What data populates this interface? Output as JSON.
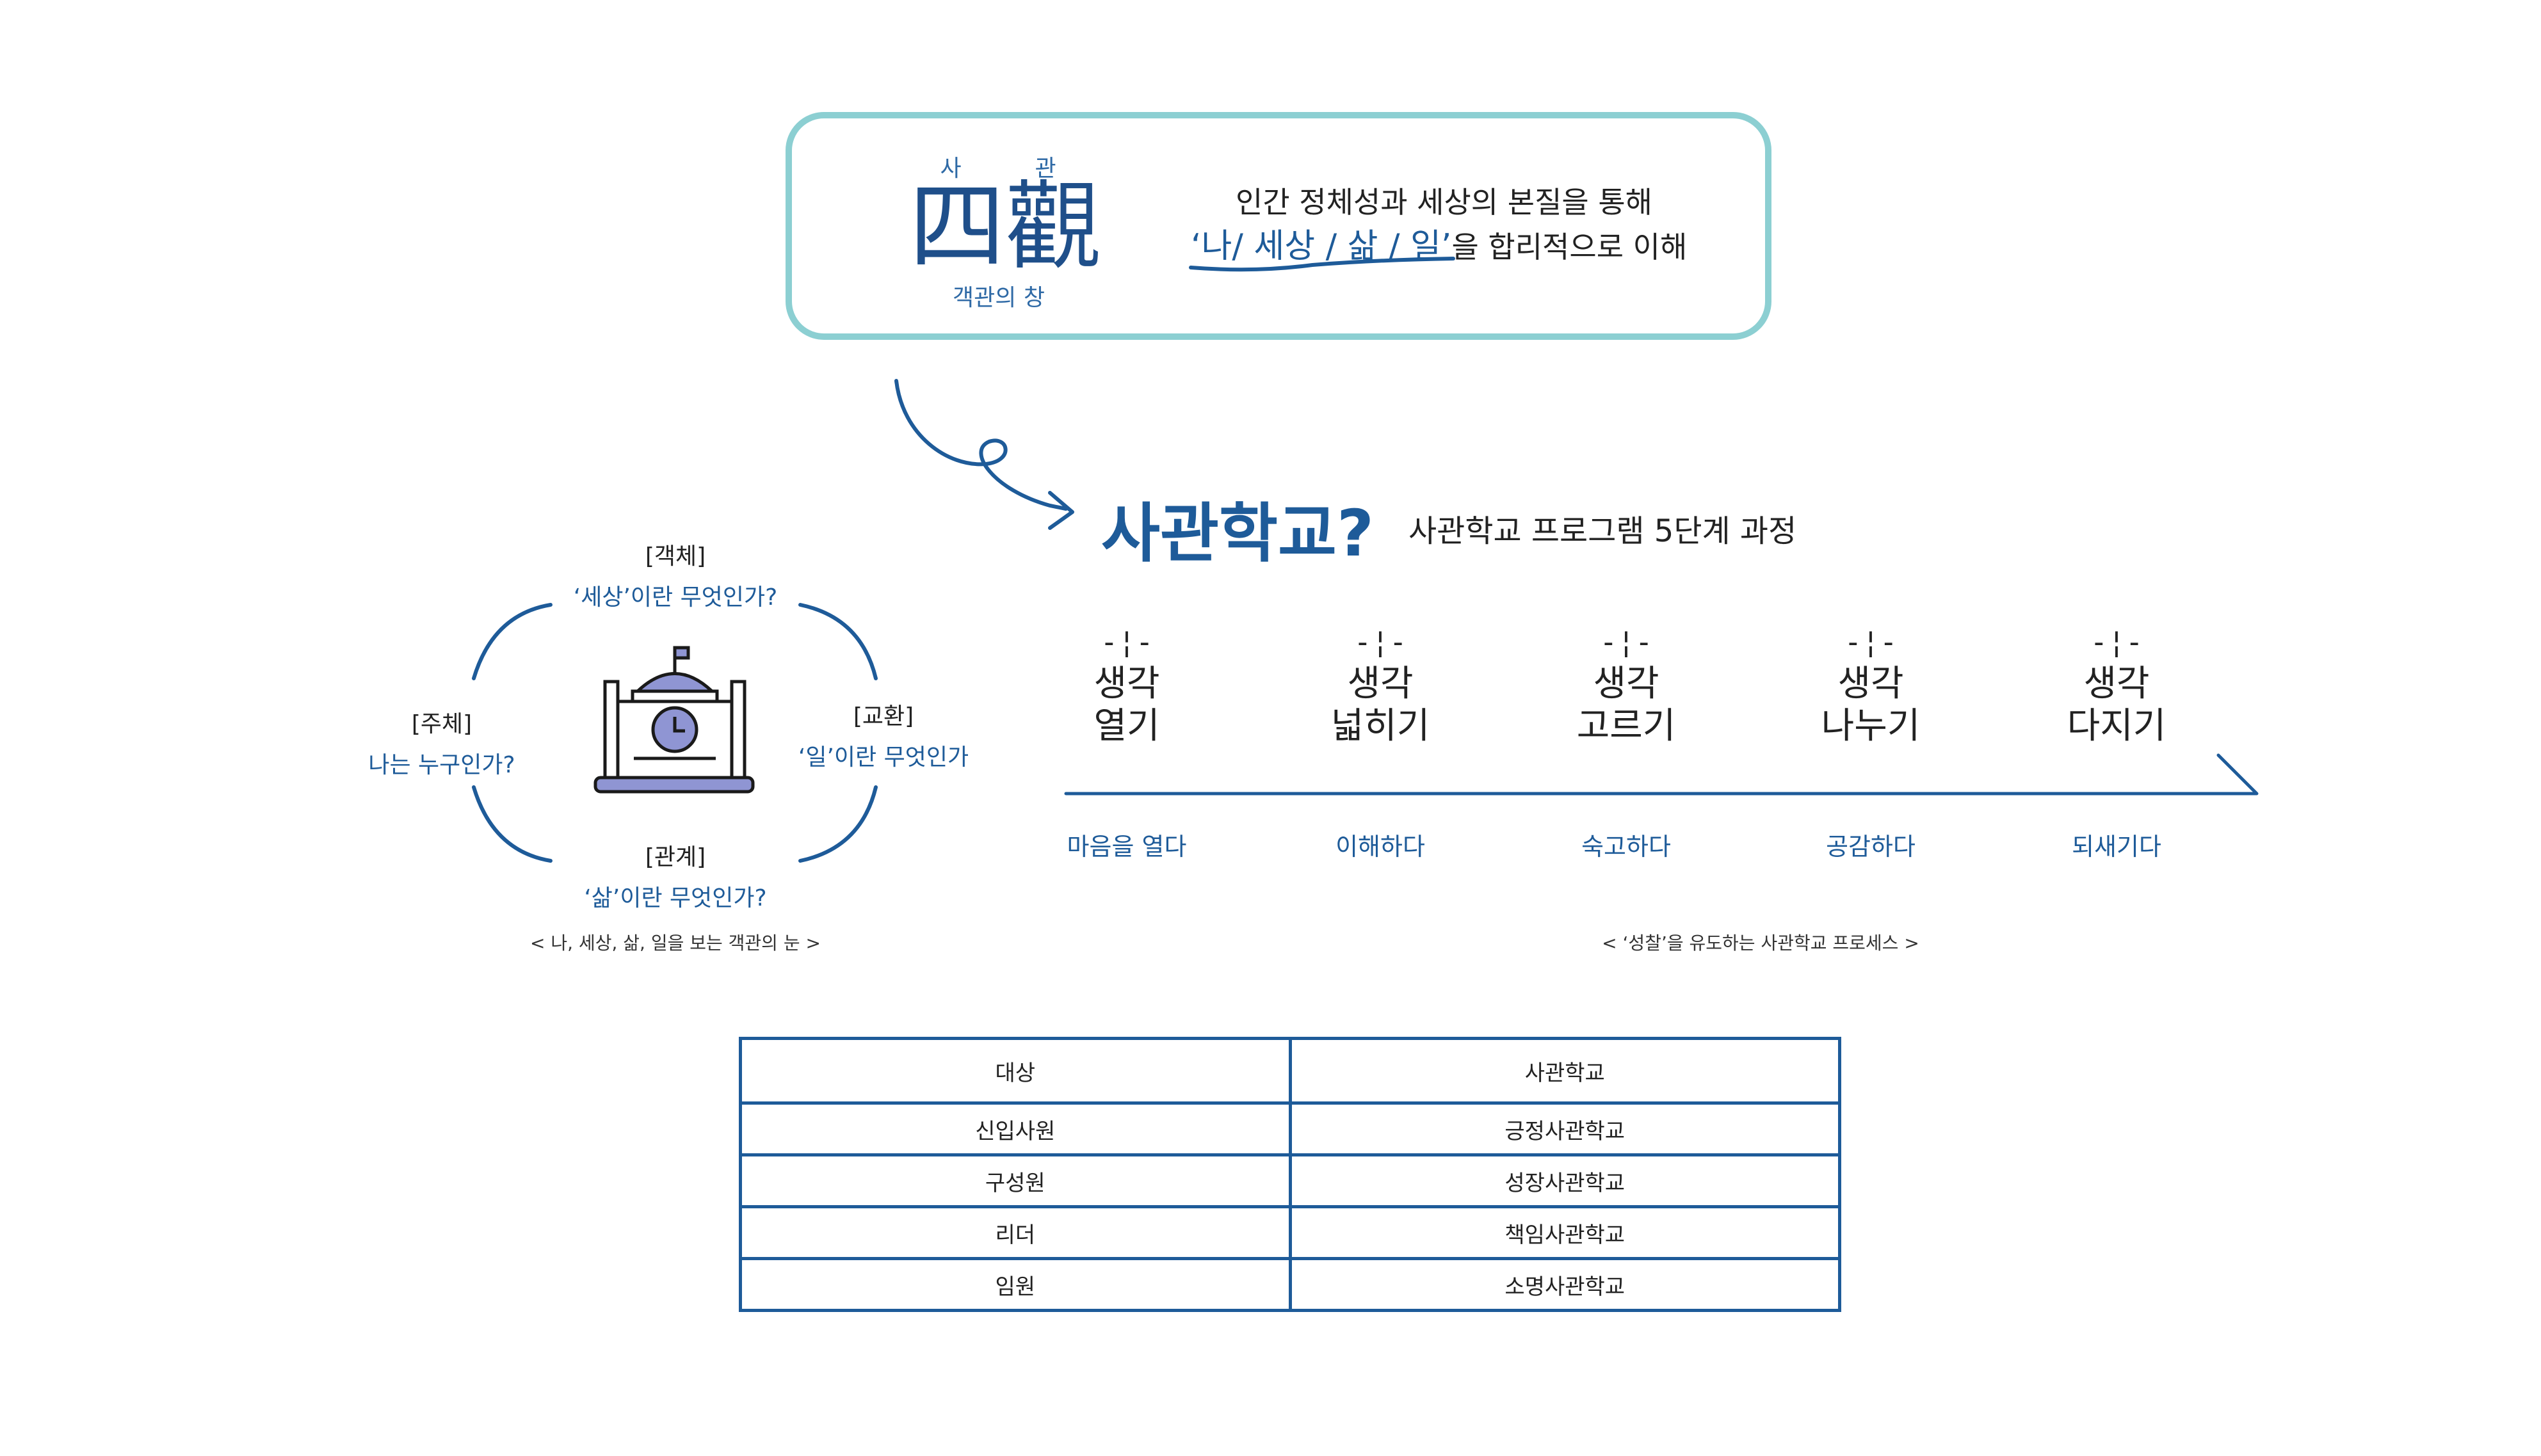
{
  "top_box": {
    "ruby_left": "사",
    "ruby_right": "관",
    "hanja": "四觀",
    "subtitle": "객관의 창",
    "desc_line1": "인간 정체성과 세상의 본질을 통해",
    "desc_line2_highlight": "‘나/ 세상 / 삶 / 일’",
    "desc_line2_rest": "을 합리적으로 이해"
  },
  "heading": {
    "main": "사관학교?",
    "sub": "사관학교 프로그램 5단계 과정"
  },
  "steps": [
    {
      "line1": "생각",
      "line2": "열기",
      "sub": "마음을 열다"
    },
    {
      "line1": "생각",
      "line2": "넓히기",
      "sub": "이해하다"
    },
    {
      "line1": "생각",
      "line2": "고르기",
      "sub": "숙고하다"
    },
    {
      "line1": "생각",
      "line2": "나누기",
      "sub": "공감하다"
    },
    {
      "line1": "생각",
      "line2": "다지기",
      "sub": "되새기다"
    }
  ],
  "step_marker": "-¦-",
  "process_caption": "< ‘성찰’을 유도하는 사관학교 프로세스 >",
  "cycle": {
    "top": {
      "label": "[객체]",
      "question": "‘세상’이란 무엇인가?"
    },
    "left": {
      "label": "[주체]",
      "question": "나는 누구인가?"
    },
    "right": {
      "label": "[교환]",
      "question": "‘일’이란 무엇인가"
    },
    "bottom": {
      "label": "[관계]",
      "question": "‘삶’이란 무엇인가?"
    },
    "caption": "< 나, 세상, 삶, 일을 보는 객관의 눈 >",
    "icon": "school-clock-icon"
  },
  "table": {
    "headers": [
      "대상",
      "사관학교"
    ],
    "rows": [
      [
        "신입사원",
        "긍정사관학교"
      ],
      [
        "구성원",
        "성장사관학교"
      ],
      [
        "리더",
        "책임사관학교"
      ],
      [
        "임원",
        "소명사관학교"
      ]
    ]
  },
  "colors": {
    "accent_blue": "#1e5b99",
    "teal_border": "#8ccfd2",
    "icon_purple": "#8f95d3",
    "navy": "#173e6f"
  }
}
